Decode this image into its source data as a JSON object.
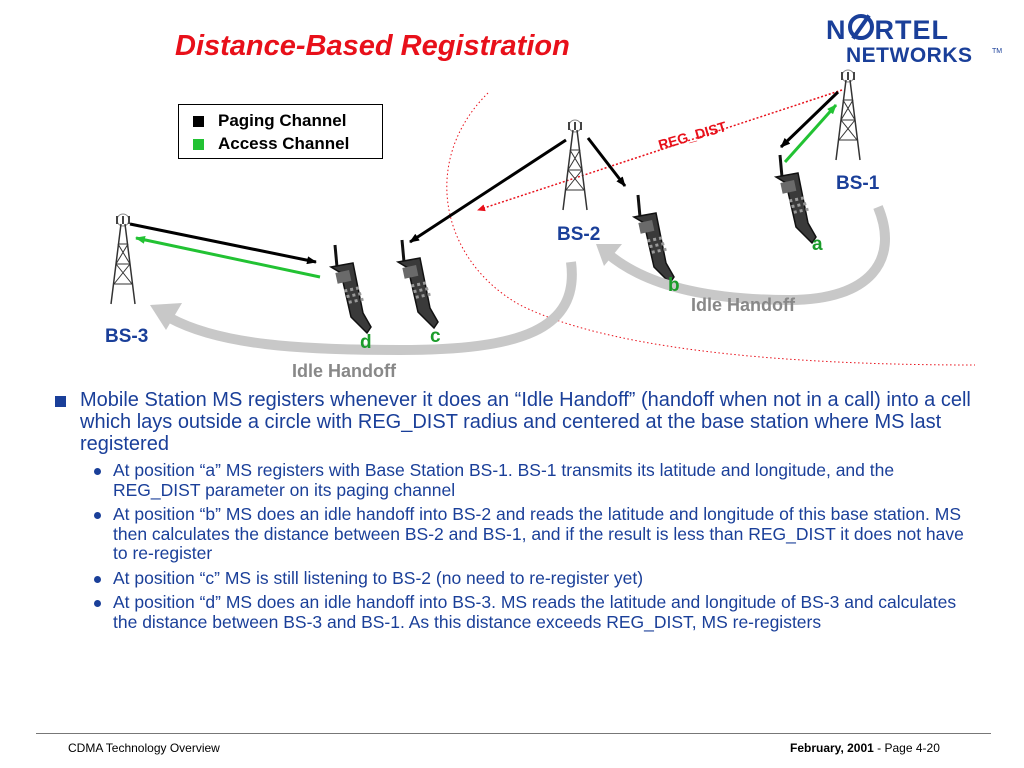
{
  "title": "Distance-Based Registration",
  "logo": {
    "top": "N",
    "top_rest": "RTEL",
    "bottom": "NETWORKS",
    "tm": "TM"
  },
  "legend": {
    "items": [
      {
        "label": "Paging Channel",
        "color": "#000000"
      },
      {
        "label": "Access Channel",
        "color": "#22c233"
      }
    ]
  },
  "diagram": {
    "base_stations": {
      "bs1": "BS-1",
      "bs2": "BS-2",
      "bs3": "BS-3"
    },
    "positions": {
      "a": "a",
      "b": "b",
      "c": "c",
      "d": "d"
    },
    "reg_dist_label": "REG_DIST",
    "idle_handoff_1": "Idle Handoff",
    "idle_handoff_2": "Idle Handoff",
    "colors": {
      "paging": "#000000",
      "access": "#22c233",
      "reg_dist": "#e8101a",
      "handoff_arrow": "#c8c8c8"
    }
  },
  "bullets": {
    "main": "Mobile Station MS registers whenever it does an “Idle Handoff” (handoff when not in a call) into a cell which lays outside a circle with REG_DIST radius and centered at the base station where MS last registered",
    "sub": [
      "At position “a” MS registers with Base Station BS-1.  BS-1 transmits its latitude and longitude, and the REG_DIST parameter on its paging channel",
      "At position “b” MS does an idle handoff into BS-2 and reads the latitude and longitude of this base station.  MS then calculates the distance between BS-2 and BS-1, and if the result is less than REG_DIST it does not have to re-register",
      "At position “c” MS is still listening to BS-2 (no need to re-register yet)",
      "At position “d” MS does an idle handoff into BS-3.  MS reads the latitude and longitude of BS-3 and calculates the distance between BS-3 and BS-1.  As this distance exceeds REG_DIST, MS re-registers"
    ]
  },
  "footer": {
    "left": "CDMA Technology Overview",
    "date": "February, 2001",
    "separator": " -  ",
    "page": "Page 4-20"
  }
}
